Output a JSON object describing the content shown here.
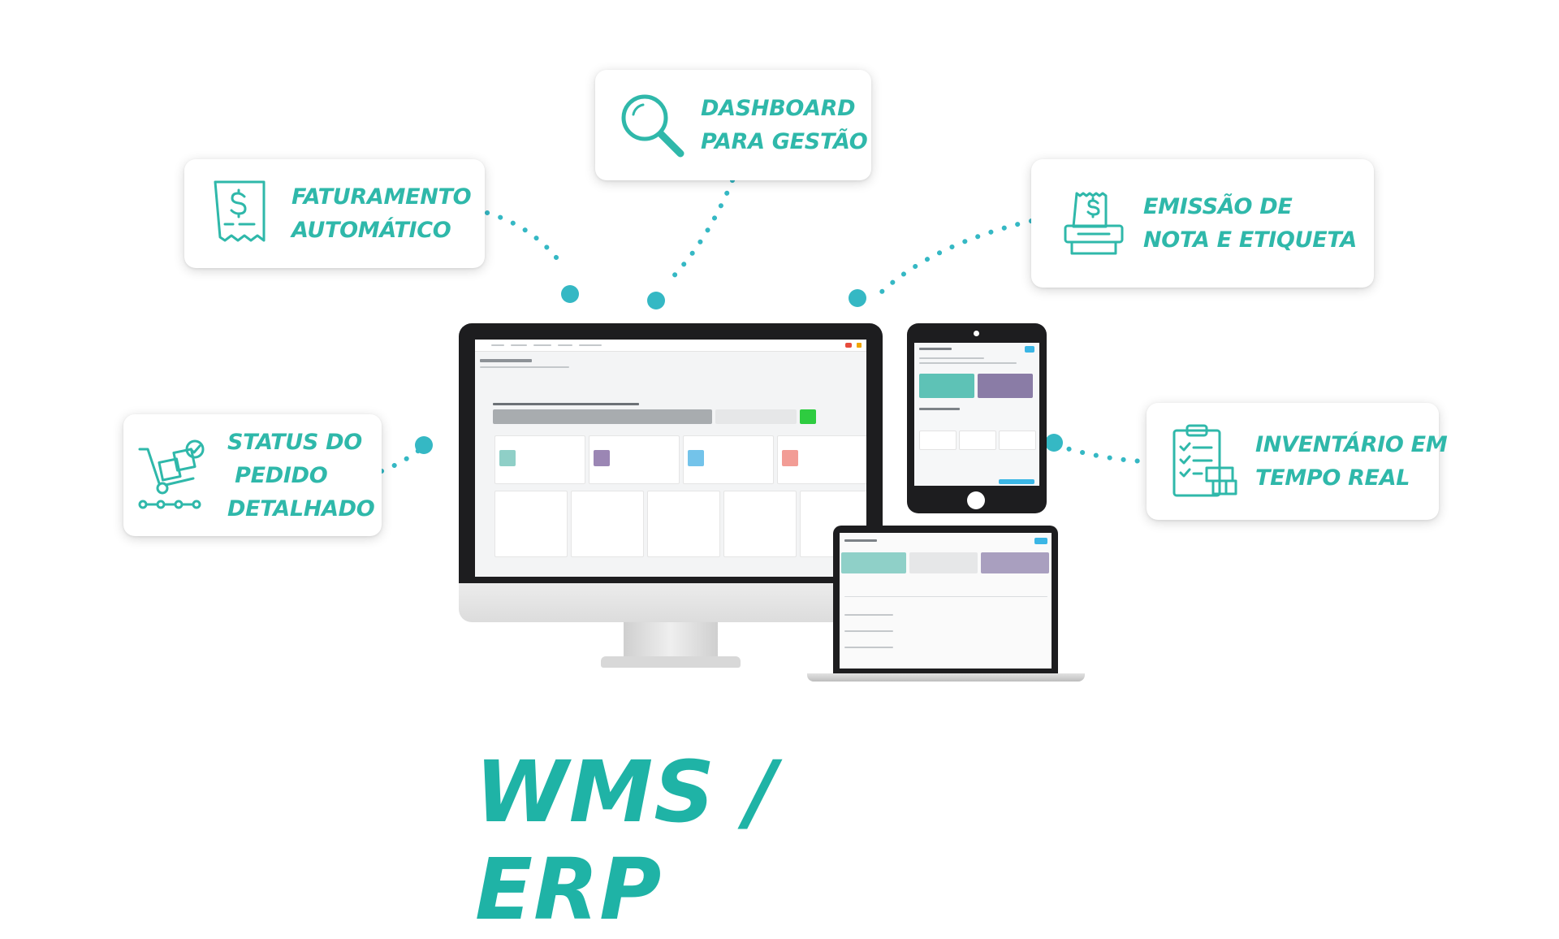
{
  "title": "WMS / ERP",
  "accent_color": "#2fb8aa",
  "features": [
    {
      "id": "faturamento",
      "icon": "invoice-dollar-icon",
      "lines": [
        "FATURAMENTO",
        "AUTOMÁTICO"
      ]
    },
    {
      "id": "dashboard",
      "icon": "magnifier-icon",
      "lines": [
        "DASHBOARD",
        "PARA GESTÃO"
      ]
    },
    {
      "id": "emissao",
      "icon": "printer-receipt-icon",
      "lines": [
        "EMISSÃO DE",
        "NOTA E ETIQUETA"
      ]
    },
    {
      "id": "status",
      "icon": "hand-truck-icon",
      "lines": [
        "STATUS DO",
        " PEDIDO",
        "DETALHADO"
      ]
    },
    {
      "id": "inventario",
      "icon": "clipboard-checklist-icon",
      "lines": [
        "INVENTÁRIO EM",
        "TEMPO REAL"
      ]
    }
  ]
}
